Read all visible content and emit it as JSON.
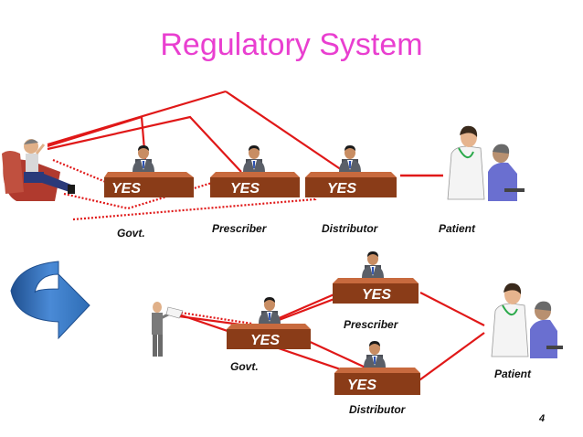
{
  "title": "Regulatory System",
  "top_row": {
    "desk_labels": [
      "YES",
      "YES",
      "YES"
    ],
    "role_labels": {
      "govt": "Govt.",
      "prescriber": "Prescriber",
      "distributor": "Distributor",
      "patient": "Patient"
    }
  },
  "bottom_row": {
    "desk_labels": {
      "prescriber": "YES",
      "govt": "YES",
      "distributor": "YES"
    },
    "role_labels": {
      "prescriber": "Prescriber",
      "govt": "Govt.",
      "distributor": "Distributor",
      "patient": "Patient"
    }
  },
  "page_number": "4",
  "colors": {
    "title": "#e93fd0",
    "connector": "#e01818",
    "desk_top": "#c86a3e",
    "desk_front": "#8a3c18",
    "arrow": "#2e6db5"
  }
}
